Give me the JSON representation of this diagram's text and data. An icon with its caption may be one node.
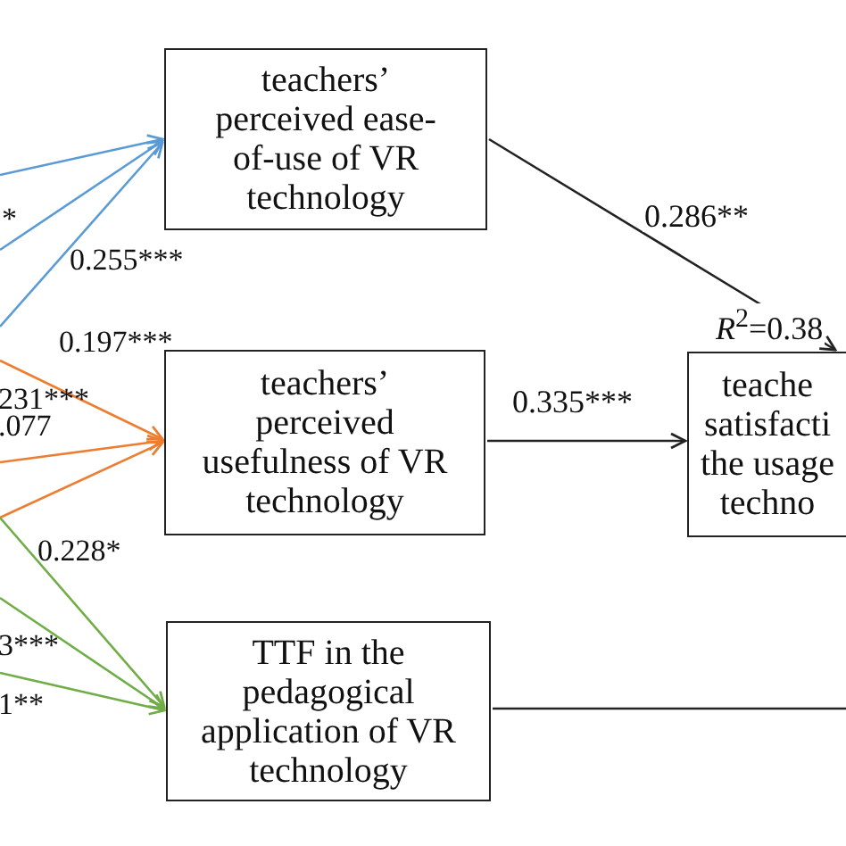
{
  "diagram": {
    "nodes": [
      {
        "text": [
          "teachers’ perceived ease-of-use of VR technology"
        ]
      },
      {
        "text": [
          "teachers’ perceived usefulness of VR technology"
        ]
      },
      {
        "text": [
          "TTF in the pedagogical application of VR technology"
        ]
      },
      {
        "text": [
          "teache satisfacti the usage techno"
        ],
        "beside": [
          "*R*$^{2}$=0.38"
        ]
      }
    ],
    "edges": [
      {
        "from": null,
        "to": 0,
        "arrow": "to",
        "color": "#5b9bd5"
      },
      {
        "from": null,
        "to": 0,
        "arrow": "to",
        "color": "#5b9bd5"
      },
      {
        "from": null,
        "to": 0,
        "arrow": "to",
        "color": "#5b9bd5"
      },
      {
        "from": null,
        "to": 1,
        "arrow": "to",
        "color": "#ed7d31"
      },
      {
        "from": null,
        "to": 1,
        "arrow": "to",
        "color": "#ed7d31"
      },
      {
        "from": null,
        "to": 1,
        "arrow": "to",
        "color": "#ed7d31"
      },
      {
        "from": null,
        "to": 2,
        "arrow": "to",
        "color": "#70ad47"
      },
      {
        "from": null,
        "to": 2,
        "arrow": "to",
        "color": "#70ad47"
      },
      {
        "from": null,
        "to": 2,
        "arrow": "to",
        "color": "#70ad47"
      },
      {
        "from": 0,
        "to": 3,
        "arrow": "to",
        "label": "0.286**",
        "color": "#222222"
      },
      {
        "from": 1,
        "to": 3,
        "arrow": "to",
        "label": "0.335***",
        "color": "#222222"
      },
      {
        "from": 2,
        "to": null,
        "arrow": "none",
        "color": "#222222"
      }
    ],
    "labels": [
      "*",
      "0.255***",
      "0.197***",
      "231***",
      ".077",
      "0.228*",
      "3***",
      "1**"
    ]
  }
}
